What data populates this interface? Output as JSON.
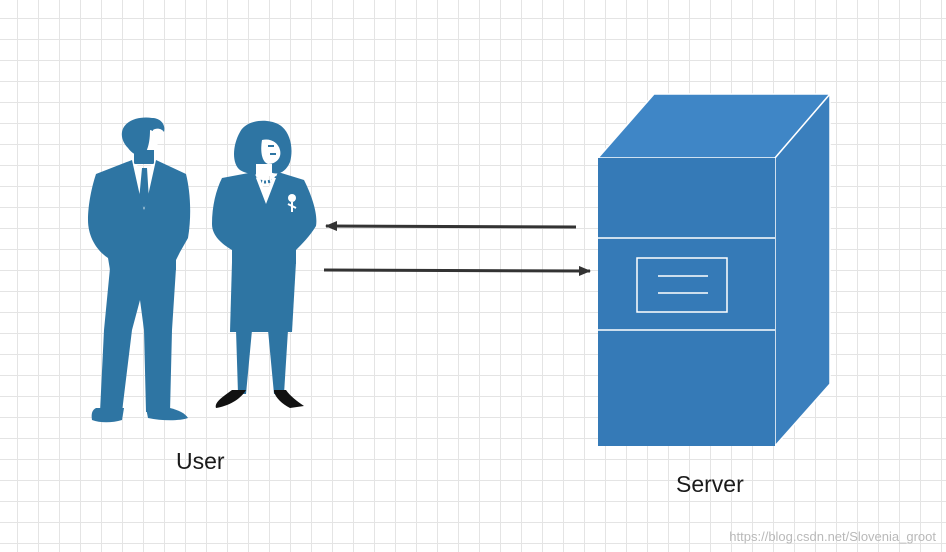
{
  "diagram": {
    "user_label": "User",
    "server_label": "Server",
    "watermark": "https://blog.csdn.net/Slovenia_groot",
    "nodes": [
      {
        "id": "user",
        "label": "User",
        "icon": "people-icon"
      },
      {
        "id": "server",
        "label": "Server",
        "icon": "server-icon"
      }
    ],
    "edges": [
      {
        "from": "server",
        "to": "user",
        "label": ""
      },
      {
        "from": "user",
        "to": "server",
        "label": ""
      }
    ],
    "colors": {
      "figure_blue": "#2e75a3",
      "server_front": "#357ab7",
      "server_side": "#3a83c3",
      "arrow": "#333333",
      "shoe": "#111111"
    }
  }
}
